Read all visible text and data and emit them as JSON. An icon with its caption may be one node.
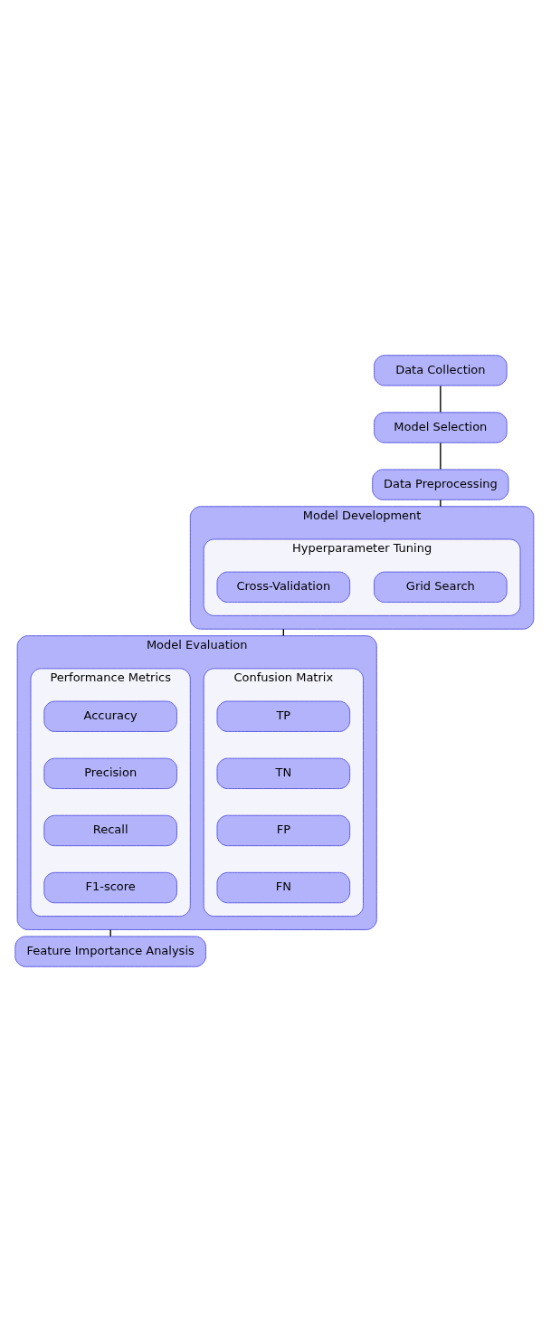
{
  "diagram": {
    "nodes": [
      {
        "text": [
          "Data Collection"
        ]
      },
      {
        "text": [
          "Model Selection"
        ]
      },
      {
        "text": [
          "Data Preprocessing"
        ]
      },
      {
        "text": [
          "Model Development"
        ]
      },
      {
        "text": [
          "Hyperparameter Tuning"
        ],
        "in": 3
      },
      {
        "text": [
          "Grid Search"
        ],
        "in": 4
      },
      {
        "text": [
          "Cross-Validation"
        ],
        "in": 4
      },
      {
        "text": [
          "Model Evaluation"
        ]
      },
      {
        "text": [
          "Confusion Matrix"
        ],
        "in": 7
      },
      {
        "text": [
          "TP"
        ],
        "in": 8
      },
      {
        "text": [
          "TN"
        ],
        "in": 8
      },
      {
        "text": [
          "FP"
        ],
        "in": 8
      },
      {
        "text": [
          "FN"
        ],
        "in": 8
      },
      {
        "text": [
          "Performance Metrics"
        ],
        "in": 7
      },
      {
        "text": [
          "Accuracy"
        ],
        "in": 13
      },
      {
        "text": [
          "Precision"
        ],
        "in": 13
      },
      {
        "text": [
          "Recall"
        ],
        "in": 13
      },
      {
        "text": [
          "F1-score"
        ],
        "in": 13
      },
      {
        "text": [
          "Feature Importance Analysis"
        ]
      }
    ],
    "edges": [
      {
        "from": 0,
        "to": 1,
        "arrow": "none"
      },
      {
        "from": 1,
        "to": 2,
        "arrow": "none"
      },
      {
        "from": 2,
        "to": 3,
        "arrow": "none"
      },
      {
        "from": 3,
        "to": 7,
        "arrow": "none"
      },
      {
        "from": 7,
        "to": 18,
        "arrow": "none"
      }
    ]
  }
}
